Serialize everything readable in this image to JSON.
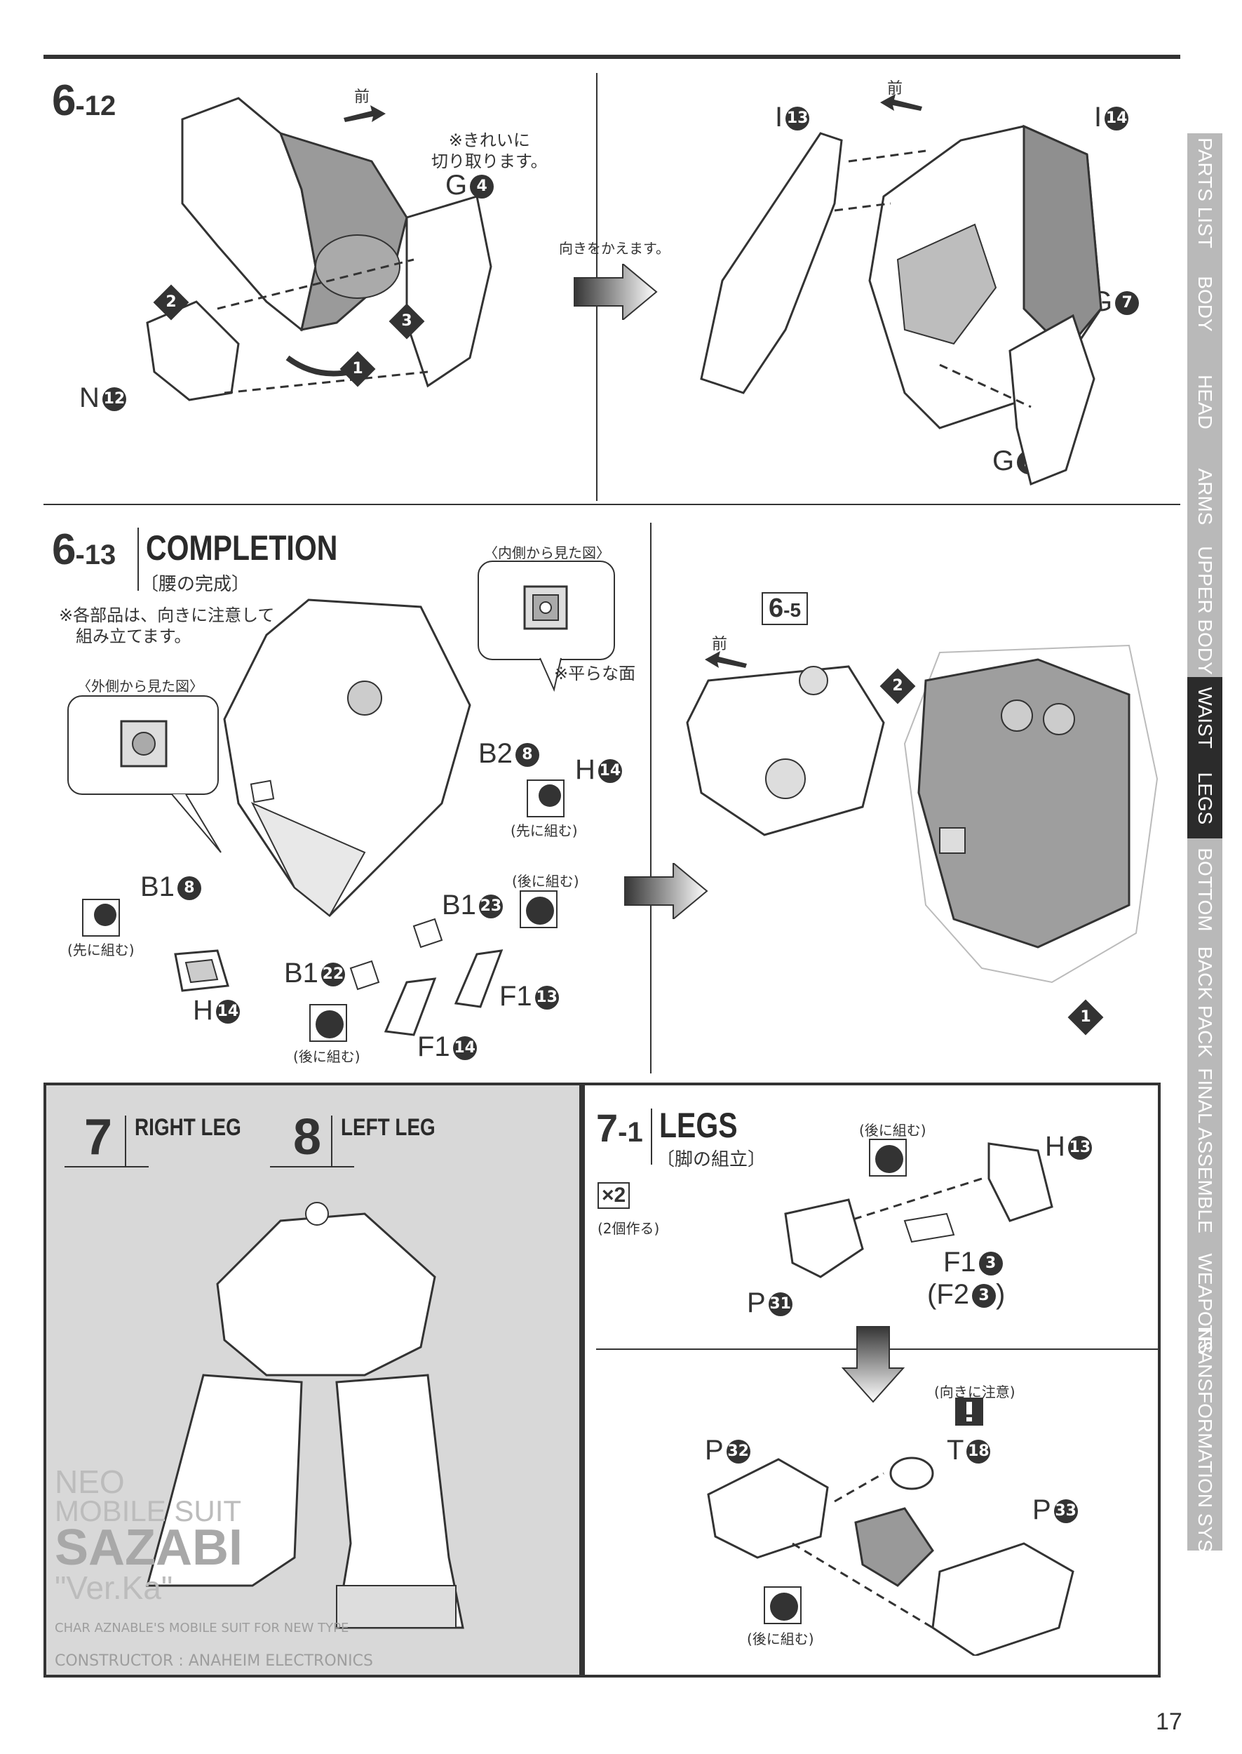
{
  "page_number": "17",
  "steps": {
    "s6_12": {
      "num": "6",
      "sub": "-12"
    },
    "s6_13": {
      "num": "6",
      "sub": "-13",
      "heading": "COMPLETION",
      "jp": "〔腰の完成〕",
      "note": "※各部品は、向きに注意して\n　組み立てます。"
    },
    "s7": {
      "num": "7",
      "heading": "RIGHT LEG"
    },
    "s8": {
      "num": "8",
      "heading": "LEFT LEG"
    },
    "s7_1": {
      "num": "7",
      "sub": "-1",
      "heading": "LEGS",
      "jp": "〔脚の組立〕",
      "multiplier": "×2",
      "multiplier_note": "(2個作る)"
    },
    "ref_6_5": {
      "num": "6",
      "sub": "-5"
    }
  },
  "notes": {
    "front": "前",
    "cut_clean": "※きれいに\n切り取ります。",
    "turn_around": "向きをかえます。",
    "inside_view": "〈内側から見た図〉",
    "outside_view": "〈外側から見た図〉",
    "flat_face": "※平らな面",
    "assemble_first": "(先に組む)",
    "assemble_later": "(後に組む)",
    "mind_direction": "(向きに注意)"
  },
  "parts": {
    "g4": {
      "letter": "G",
      "num": "4"
    },
    "n12": {
      "letter": "N",
      "num": "12"
    },
    "i13": {
      "letter": "I",
      "num": "13"
    },
    "i14": {
      "letter": "I",
      "num": "14"
    },
    "g7": {
      "letter": "G",
      "num": "7"
    },
    "g5": {
      "letter": "G",
      "num": "5"
    },
    "b28": {
      "letter": "B2",
      "num": "8"
    },
    "h14a": {
      "letter": "H",
      "num": "14"
    },
    "b18": {
      "letter": "B1",
      "num": "8"
    },
    "b123": {
      "letter": "B1",
      "num": "23"
    },
    "b122": {
      "letter": "B1",
      "num": "22"
    },
    "f113": {
      "letter": "F1",
      "num": "13"
    },
    "f114": {
      "letter": "F1",
      "num": "14"
    },
    "h14b": {
      "letter": "H",
      "num": "14"
    },
    "h13": {
      "letter": "H",
      "num": "13"
    },
    "f13": {
      "letter": "F1",
      "num": "3"
    },
    "f23": {
      "letter": "(F2",
      "num": "3",
      "suffix": ")"
    },
    "p31": {
      "letter": "P",
      "num": "31"
    },
    "p32": {
      "letter": "P",
      "num": "32"
    },
    "t18": {
      "letter": "T",
      "num": "18"
    },
    "p33": {
      "letter": "P",
      "num": "33"
    }
  },
  "order_markers": {
    "one": "1",
    "two": "2",
    "three": "3"
  },
  "box_art": {
    "line1": "NEO",
    "line2": "MOBILE SUIT",
    "title": "SAZABI",
    "version": "\"Ver.Ka\"",
    "tagline": "CHAR AZNABLE'S MOBILE SUIT FOR NEW TYPE",
    "constructor": "CONSTRUCTOR : ANAHEIM ELECTRONICS"
  },
  "tabs": [
    {
      "label": "PARTS LIST",
      "active": false
    },
    {
      "label": "BODY",
      "active": false
    },
    {
      "label": "HEAD",
      "active": false
    },
    {
      "label": "ARMS",
      "active": false
    },
    {
      "label": "UPPER BODY",
      "active": false
    },
    {
      "label": "WAIST",
      "active": true
    },
    {
      "label": "LEGS",
      "active": true
    },
    {
      "label": "BOTTOM",
      "active": false
    },
    {
      "label": "BACK PACK",
      "active": false
    },
    {
      "label": "FINAL ASSEMBLE",
      "active": false
    },
    {
      "label": "WEAPONS",
      "active": false
    },
    {
      "label": "TRANSFORMATION SYSTEM",
      "active": false
    }
  ]
}
